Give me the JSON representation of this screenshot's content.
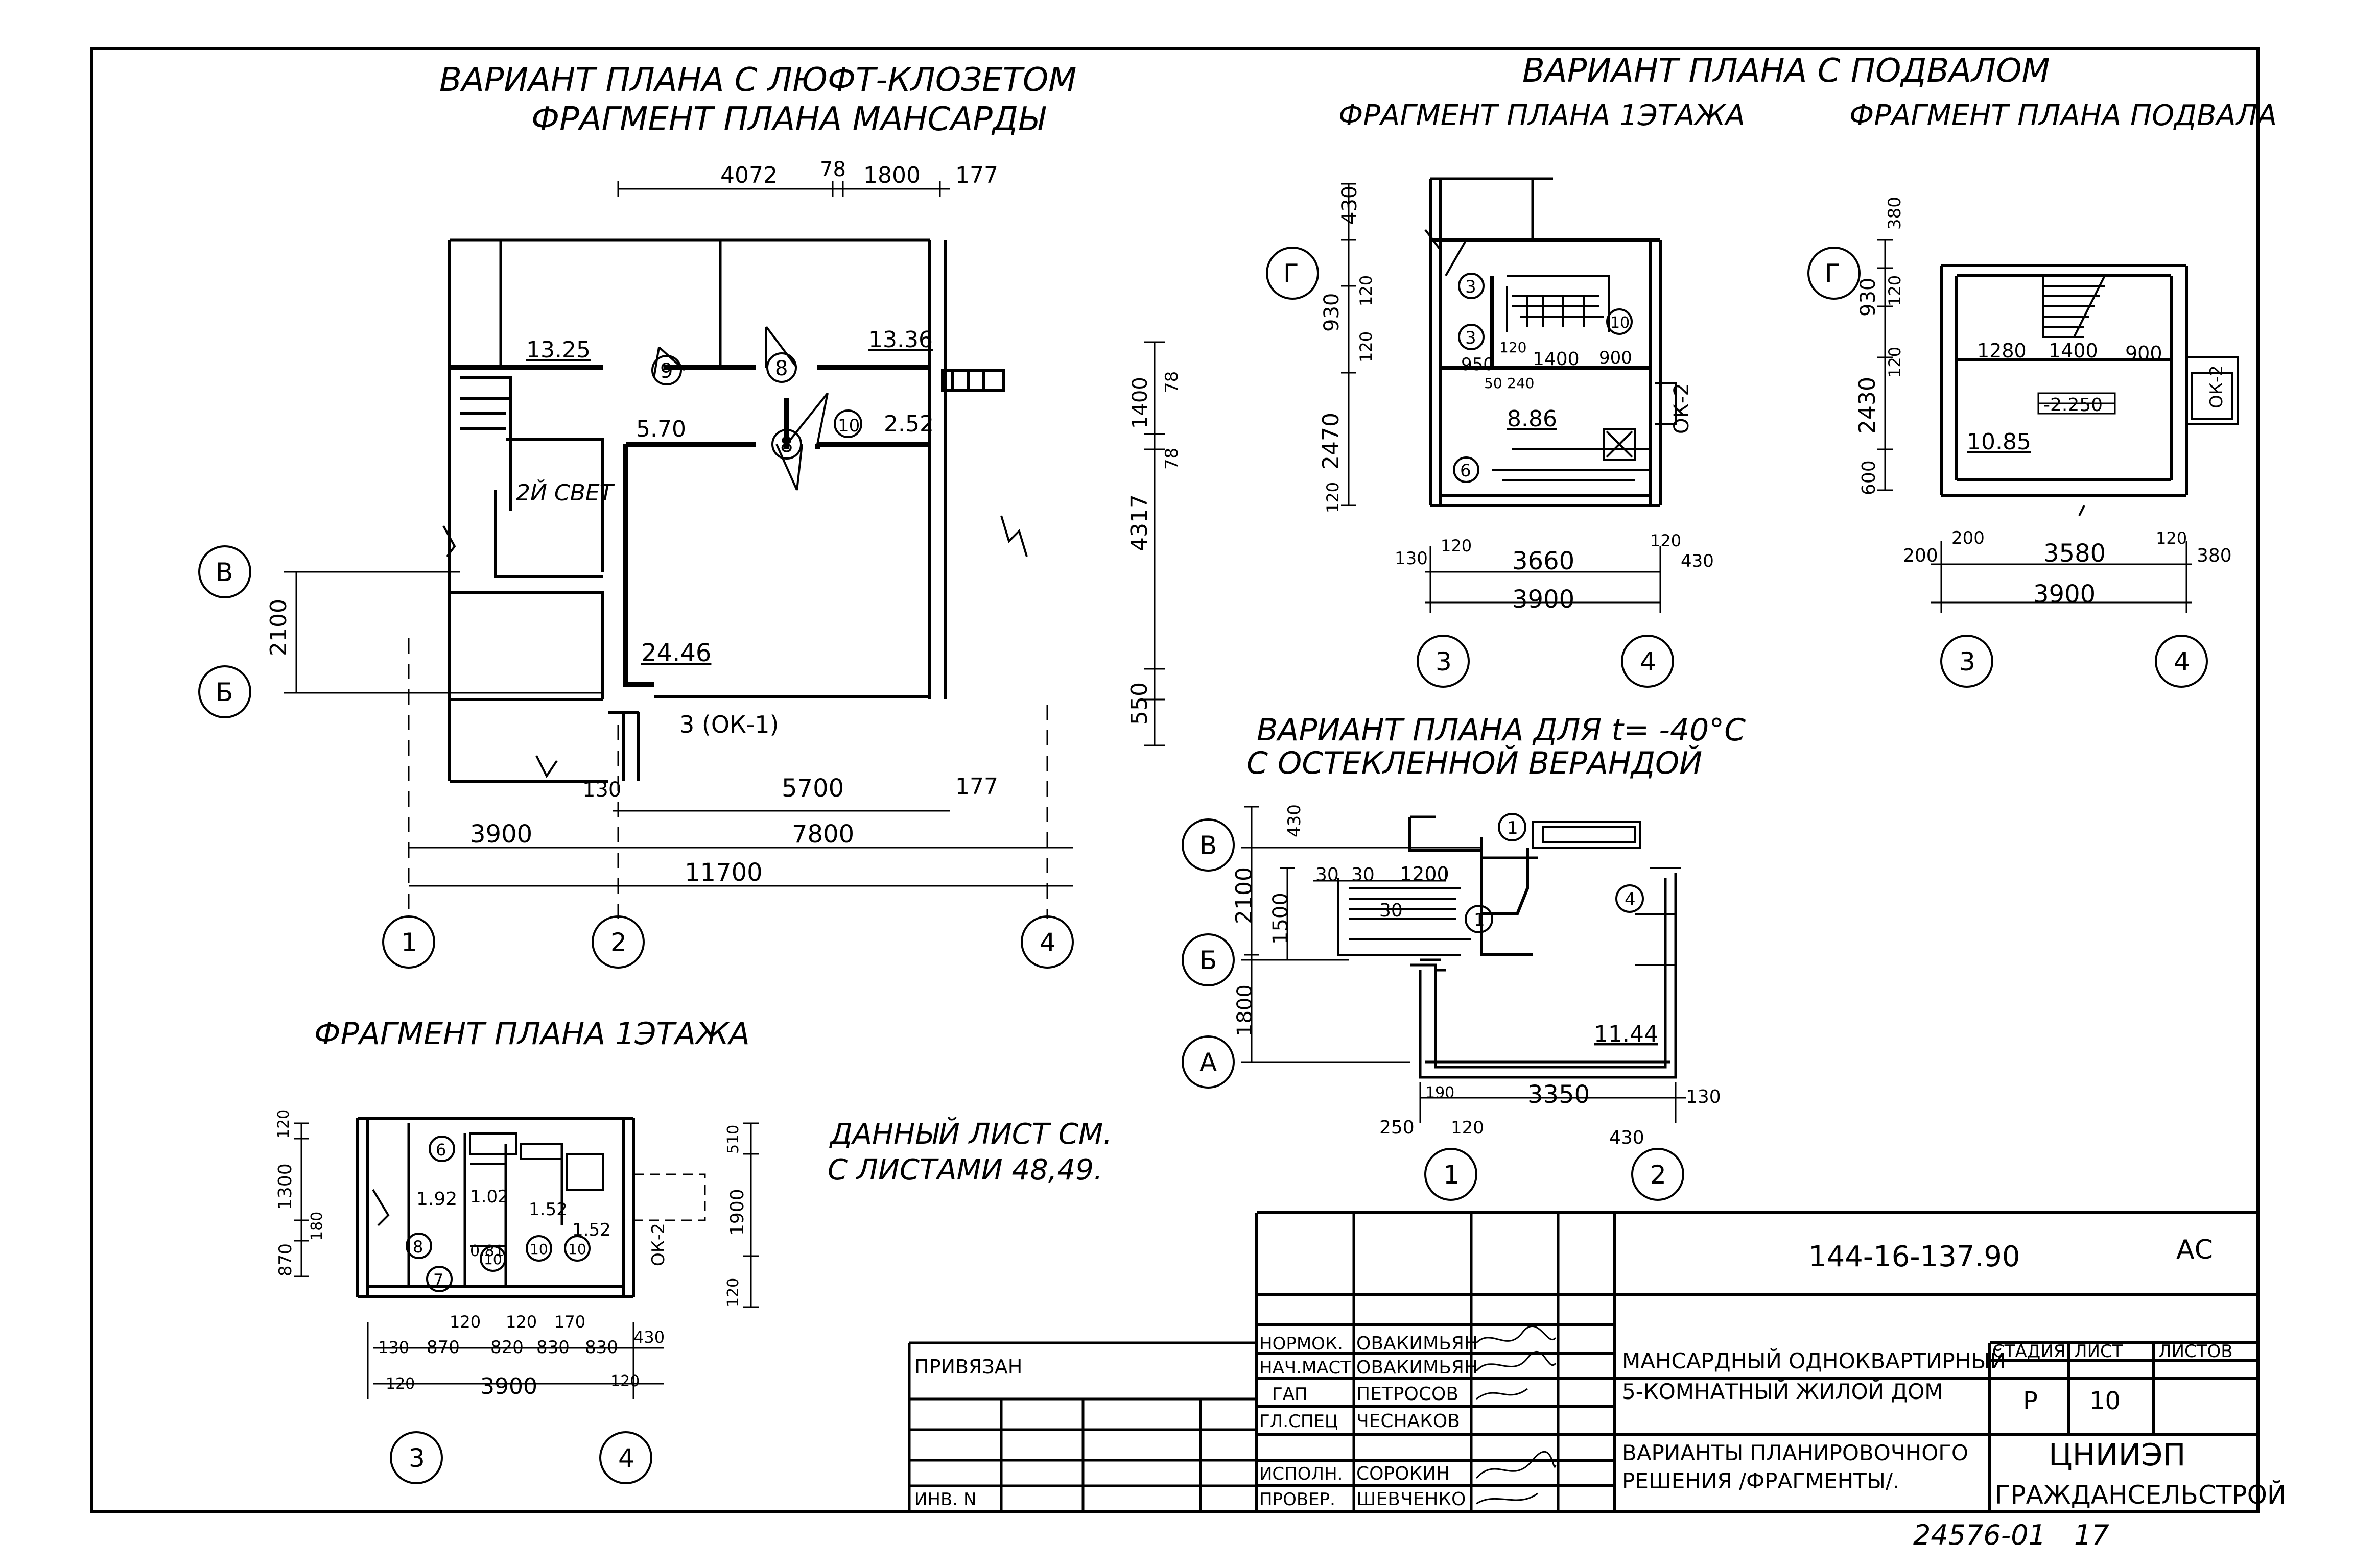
{
  "titles": {
    "left_1": "ВАРИАНТ ПЛАНА С ЛЮФТ-КЛОЗЕТОМ",
    "left_2": "ФРАГМЕНТ ПЛАНА МАНСАРДЫ",
    "right_main": "ВАРИАНТ ПЛАНА С ПОДВАЛОМ",
    "right_floor1": "ФРАГМЕНТ ПЛАНА 1ЭТАЖА",
    "right_basement": "ФРАГМЕНТ ПЛАНА ПОДВАЛА",
    "veranda_1": "ВАРИАНТ ПЛАНА ДЛЯ t= -40°С",
    "veranda_2": "С ОСТЕКЛЕННОЙ ВЕРАНДОЙ",
    "bottom_left": "ФРАГМЕНТ ПЛАНА 1ЭТАЖА"
  },
  "note": {
    "line1": "ДАННЫЙ ЛИСТ СМ.",
    "line2": "С ЛИСТАМИ 48,49."
  },
  "attic": {
    "top_dims": [
      "4072",
      "78",
      "1800",
      "177"
    ],
    "areas": [
      "13.25",
      "13.36",
      "5.70",
      "2.52",
      "24.46"
    ],
    "second_light": "2Й СВЕТ",
    "window": "3 (ОК-1)",
    "markers": [
      "9",
      "8",
      "8",
      "10"
    ],
    "axes": [
      "В",
      "Б",
      "1",
      "2",
      "4"
    ],
    "dim_2100": "2100",
    "right_dims": [
      "1400",
      "78",
      "78",
      "4317",
      "550"
    ],
    "bottom_dims": [
      "130",
      "5700",
      "177",
      "3900",
      "7800",
      "11700"
    ]
  },
  "floor1": {
    "dims_left": [
      "430",
      "930",
      "120",
      "120",
      "2470",
      "120"
    ],
    "inner": [
      "120",
      "950",
      "1400",
      "900",
      "50",
      "240"
    ],
    "area": "8.86",
    "window": "ОК-2",
    "markers": [
      "3",
      "3",
      "10",
      "6"
    ],
    "bottom": [
      "130",
      "120",
      "3660",
      "120",
      "430",
      "3900"
    ],
    "axes": [
      "Г",
      "3",
      "4"
    ]
  },
  "basement": {
    "dims_left": [
      "380",
      "930",
      "120",
      "120",
      "2430",
      "600"
    ],
    "inner": [
      "1280",
      "1400",
      "900"
    ],
    "level": "-2.250",
    "area": "10.85",
    "window": "ОК-2",
    "bottom": [
      "200",
      "200",
      "3580",
      "120",
      "380",
      "3900"
    ],
    "axes": [
      "Г",
      "3",
      "4"
    ]
  },
  "veranda": {
    "dims_left": [
      "430",
      "2100",
      "1500",
      "1800"
    ],
    "inner": [
      "30",
      "30",
      "1200",
      "30"
    ],
    "area": "11.44",
    "markers": [
      "1",
      "1",
      "4"
    ],
    "bottom": [
      "190",
      "3350",
      "130",
      "250",
      "120",
      "430"
    ],
    "axes": [
      "В",
      "Б",
      "А",
      "1",
      "2"
    ]
  },
  "small": {
    "areas": [
      "1.92",
      "1.02",
      "1.52",
      "1.52",
      "0.81"
    ],
    "window": "ОК-2",
    "markers": [
      "6",
      "8",
      "7",
      "10",
      "10",
      "10"
    ],
    "left_dims": [
      "120",
      "1300",
      "180",
      "870"
    ],
    "right_dims": [
      "510",
      "1900",
      "120"
    ],
    "top_row": [
      "120",
      "120",
      "170"
    ],
    "bottom_row": [
      "130",
      "870",
      "820",
      "830",
      "830",
      "430"
    ],
    "third_row": [
      "120",
      "3900",
      "120"
    ],
    "axes": [
      "3",
      "4"
    ]
  },
  "stamp": {
    "code": "144-16-137.90",
    "ac": "АС",
    "roles": [
      "НОРМОК.",
      "НАЧ.МАСТ",
      "ГАП",
      "ГЛ.СПЕЦ",
      "ИСПОЛН.",
      "ПРОВЕР."
    ],
    "names": [
      "ОВАКИМЬЯН",
      "ОВАКИМЬЯН",
      "ПЕТРОСОВ",
      "ЧЕСНАКОВ",
      "СОРОКИН",
      "ШЕВЧЕНКО"
    ],
    "privyazan": "ПРИВЯЗАН",
    "inv": "ИНВ. N",
    "project_1": "МАНСАРДНЫЙ ОДНОКВАРТИРНЫЙ",
    "project_2": "5-КОМНАТНЫЙ ЖИЛОЙ ДОМ",
    "sheet_title_1": "ВАРИАНТЫ ПЛАНИРОВОЧНОГО",
    "sheet_title_2": "РЕШЕНИЯ /ФРАГМЕНТЫ/.",
    "stage_h": "СТАДИЯ",
    "sheet_h": "ЛИСТ",
    "sheets_h": "ЛИСТОВ",
    "stage": "Р",
    "sheet": "10",
    "org_1": "ЦНИИЭП",
    "org_2": "ГРАЖДАНСЕЛЬСТРОЙ"
  },
  "footer": {
    "num": "24576-01",
    "page": "17"
  }
}
